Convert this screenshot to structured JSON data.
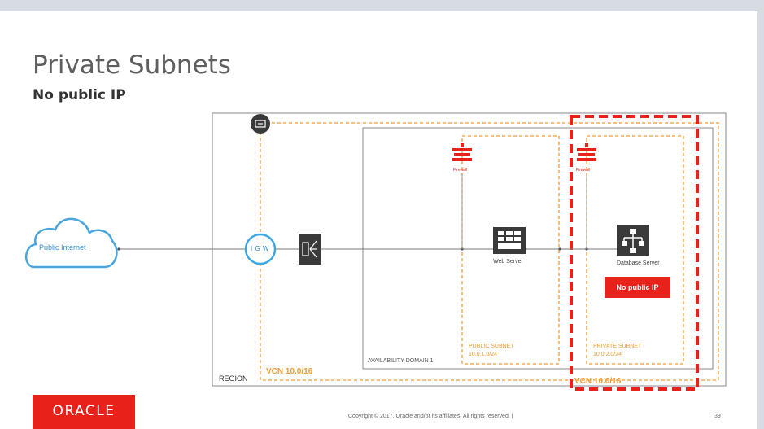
{
  "slide": {
    "title": "Private Subnets",
    "subtitle": "No public IP"
  },
  "diagram": {
    "cloud_label": "Public Internet",
    "igw_label": "I G W",
    "region_label": "REGION",
    "vcn_label": "VCN 10.0/16",
    "vcn_label_highlight": "VCN 10.0/16",
    "availability_domain_label": "AVAILABILITY DOMAIN 1",
    "public_subnet": {
      "label": "PUBLIC SUBNET",
      "cidr": "10.0.1.0/24",
      "firewall_label": "Firewall",
      "server_label": "Web Server"
    },
    "private_subnet": {
      "label": "PRIVATE SUBNET",
      "cidr": "10.0.2.0/24",
      "firewall_label": "Firewall",
      "server_label": "Database Server",
      "badge": "No public IP"
    }
  },
  "footer": {
    "logo_text": "ORACLE",
    "copyright": "Copyright © 2017, Oracle and/or its affiliates. All rights reserved.  |",
    "slide_number": "39"
  },
  "colors": {
    "accent_red": "#e8221b",
    "vcn_orange": "#f29b30",
    "cloud_blue": "#4aa5dc",
    "border_gray": "#8a8a8a"
  }
}
